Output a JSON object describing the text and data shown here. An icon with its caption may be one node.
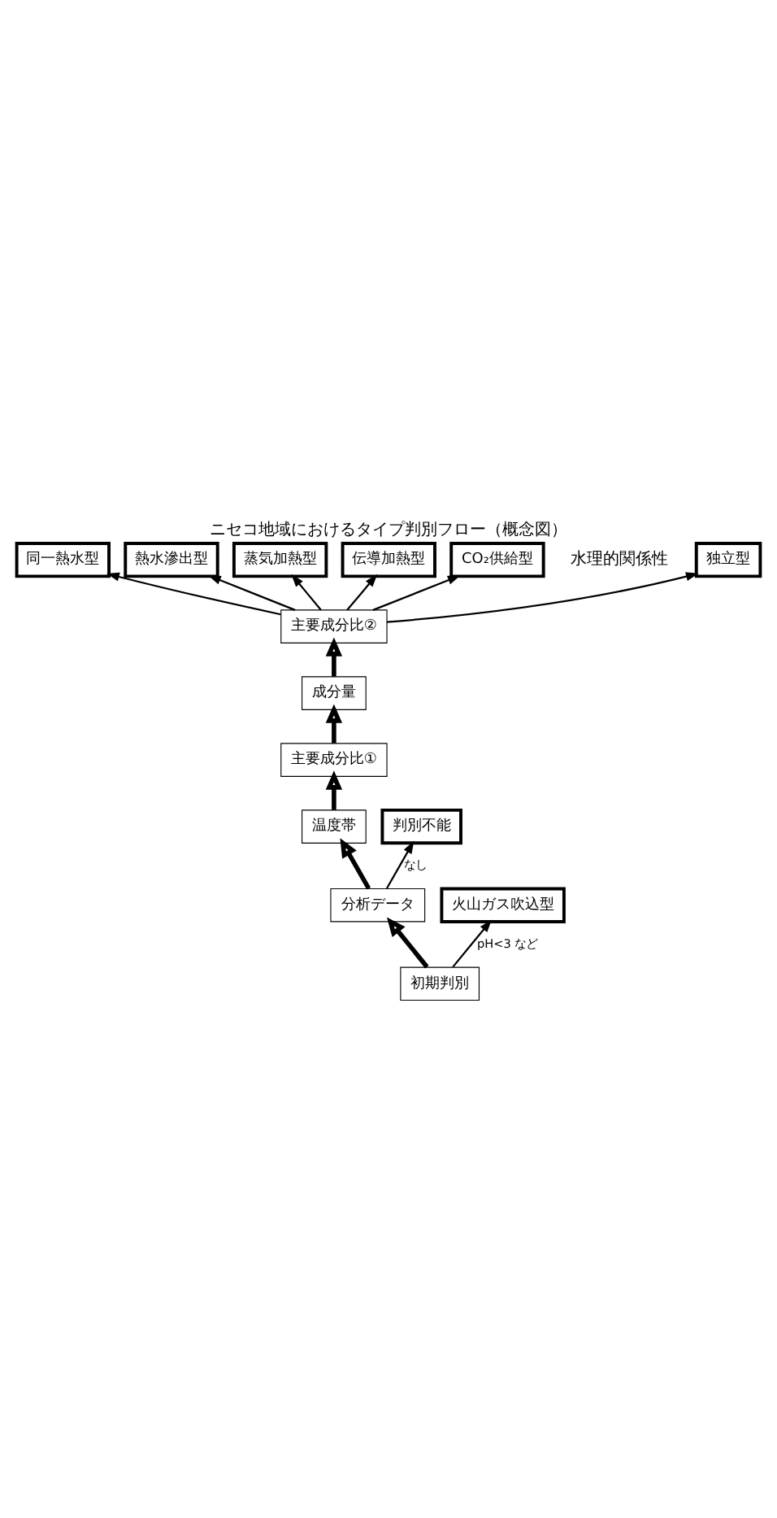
{
  "diagram": {
    "title": "ニセコ地域におけるタイプ判別フロー（概念図）",
    "nodes": [
      {
        "text": [
          "初期判別"
        ]
      },
      {
        "text": [
          "分析データ"
        ]
      },
      {
        "text": [
          "温度帯"
        ]
      },
      {
        "text": [
          "主要成分比①"
        ]
      },
      {
        "text": [
          "成分量"
        ]
      },
      {
        "text": [
          "主要成分比②"
        ]
      },
      {
        "text": [
          "火山ガス吹込型"
        ]
      },
      {
        "text": [
          "判別不能"
        ]
      },
      {
        "text": [
          "同一熱水型"
        ]
      },
      {
        "text": [
          "熱水滲出型"
        ]
      },
      {
        "text": [
          "蒸気加熱型"
        ]
      },
      {
        "text": [
          "伝導加熱型"
        ]
      },
      {
        "text": [
          "CO₂供給型"
        ]
      },
      {
        "text": [
          "独立型"
        ]
      }
    ],
    "edges": [
      {
        "from": 0,
        "to": 1,
        "arrow": "to",
        "style": "thick"
      },
      {
        "from": 1,
        "to": 2,
        "arrow": "to",
        "style": "thick"
      },
      {
        "from": 2,
        "to": 3,
        "arrow": "to",
        "style": "thick"
      },
      {
        "from": 3,
        "to": 4,
        "arrow": "to",
        "style": "thick"
      },
      {
        "from": 4,
        "to": 5,
        "arrow": "to",
        "style": "thick"
      },
      {
        "from": 0,
        "to": 6,
        "arrow": "to",
        "label": "pH<3 など"
      },
      {
        "from": 1,
        "to": 7,
        "arrow": "to",
        "label": "なし"
      },
      {
        "from": 5,
        "to": 8,
        "arrow": "to"
      },
      {
        "from": 5,
        "to": 9,
        "arrow": "to"
      },
      {
        "from": 5,
        "to": 10,
        "arrow": "to"
      },
      {
        "from": 5,
        "to": 11,
        "arrow": "to"
      },
      {
        "from": 5,
        "to": 12,
        "arrow": "to"
      },
      {
        "from": 5,
        "to": 13,
        "arrow": "to"
      }
    ],
    "labels": [
      "水理的関係性"
    ]
  }
}
